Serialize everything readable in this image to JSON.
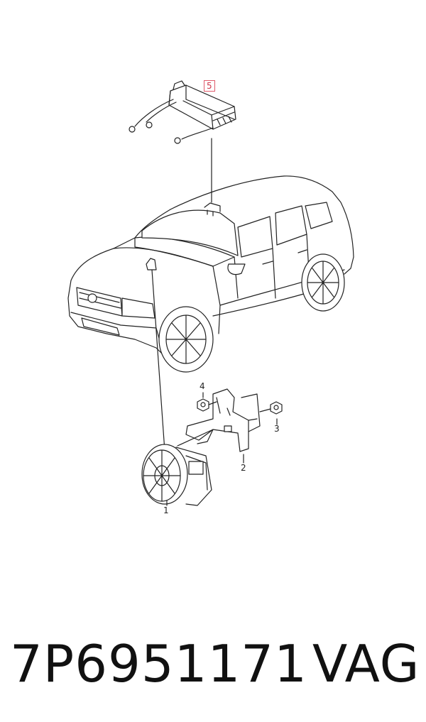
{
  "callouts": {
    "module": "5",
    "horn": "1",
    "bracket": "2",
    "nut_right": "3",
    "nut_top": "4"
  },
  "footer": {
    "part_number": "7P6951171",
    "brand": "VAG"
  },
  "colors": {
    "line": "#222222",
    "highlight_box": "#e05a6a"
  }
}
